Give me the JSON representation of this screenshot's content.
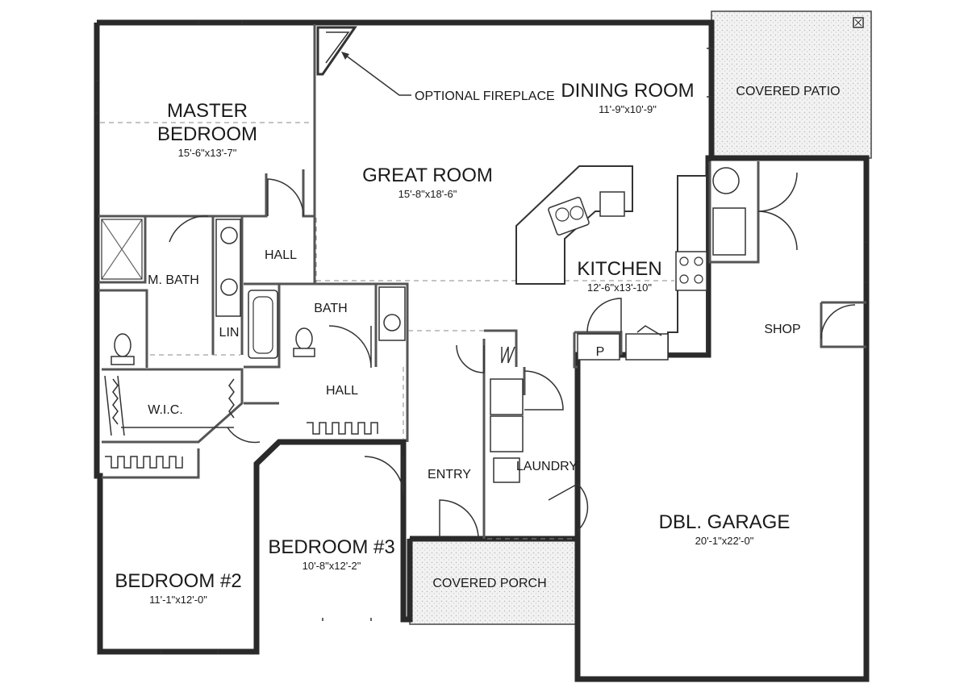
{
  "rooms": {
    "master_bedroom": {
      "name_line1": "MASTER",
      "name_line2": "BEDROOM",
      "size": "15'-6\"x13'-7\""
    },
    "great_room": {
      "name": "GREAT ROOM",
      "size": "15'-8\"x18'-6\""
    },
    "dining_room": {
      "name": "DINING ROOM",
      "size": "11'-9\"x10'-9\""
    },
    "kitchen": {
      "name": "KITCHEN",
      "size": "12'-6\"x13'-10\""
    },
    "covered_patio": {
      "name": "COVERED PATIO"
    },
    "shop": {
      "name": "SHOP"
    },
    "hall_upper": {
      "name": "HALL"
    },
    "hall_lower": {
      "name": "HALL"
    },
    "m_bath": {
      "name": "M. BATH"
    },
    "bath": {
      "name": "BATH"
    },
    "lin": {
      "name": "LIN"
    },
    "wic": {
      "name": "W.I.C."
    },
    "pantry": {
      "name": "P"
    },
    "entry": {
      "name": "ENTRY"
    },
    "laundry": {
      "name": "LAUNDRY"
    },
    "bedroom2": {
      "name": "BEDROOM #2",
      "size": "11'-1\"x12'-0\""
    },
    "bedroom3": {
      "name": "BEDROOM #3",
      "size": "10'-8\"x12'-2\""
    },
    "covered_porch": {
      "name": "COVERED PORCH"
    },
    "garage": {
      "name": "DBL. GARAGE",
      "size": "20'-1\"x22'-0\""
    }
  },
  "annotations": {
    "fireplace": "OPTIONAL FIREPLACE"
  }
}
